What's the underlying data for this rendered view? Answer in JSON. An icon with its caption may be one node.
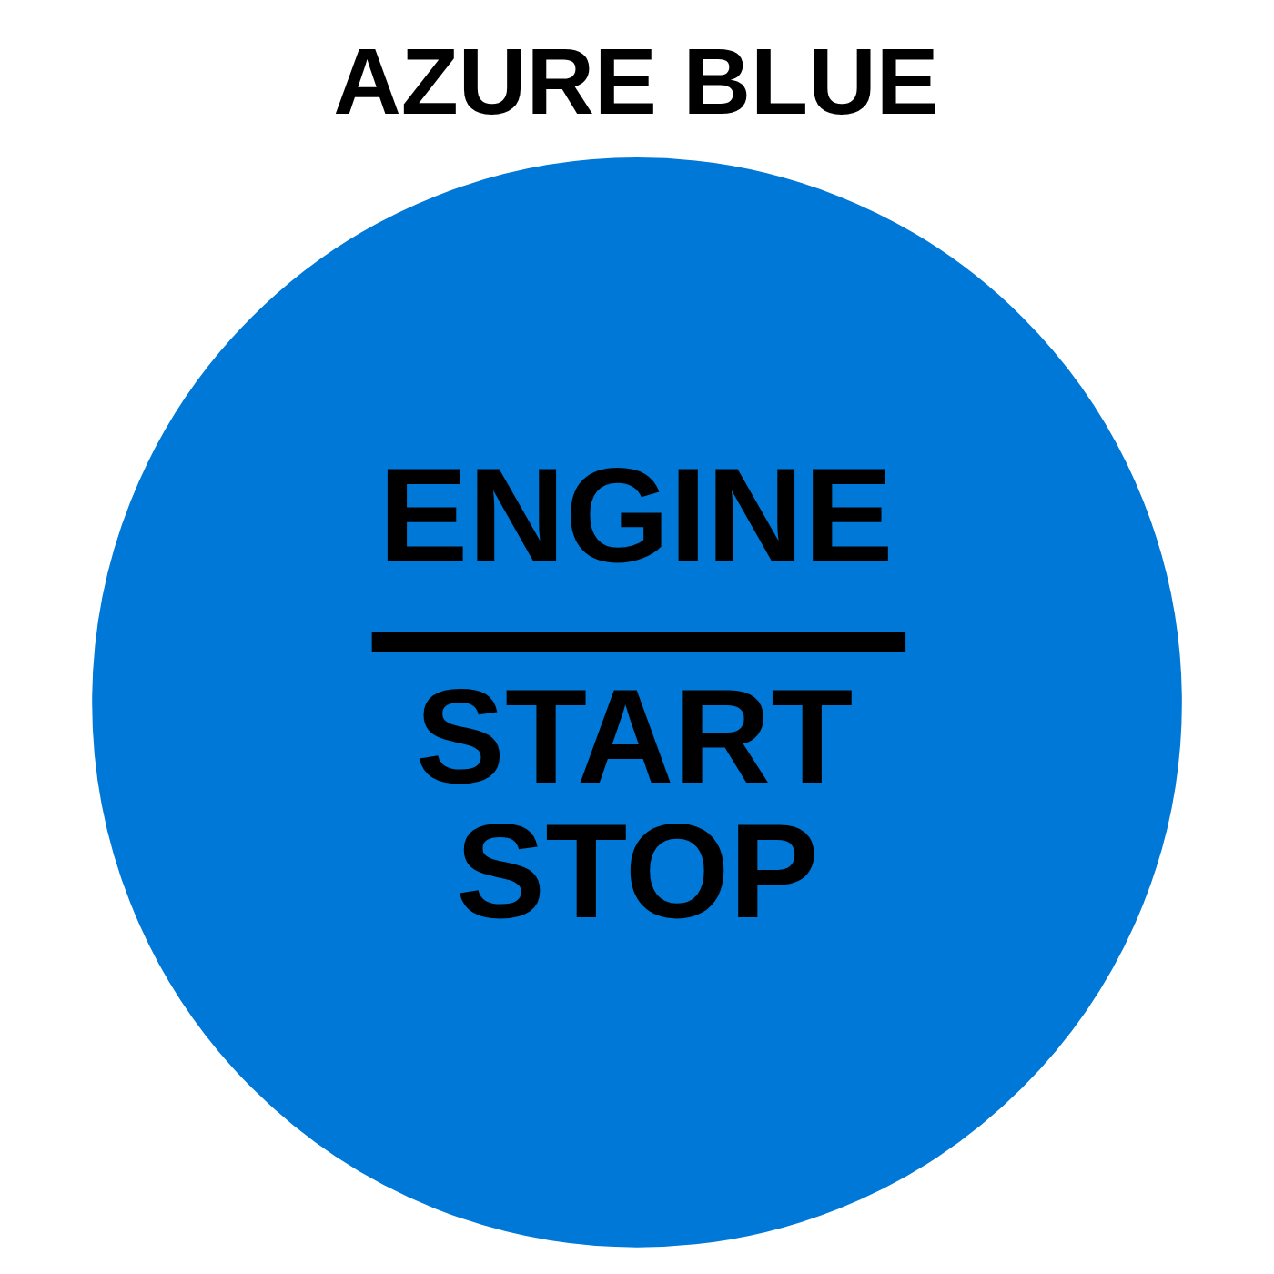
{
  "diagram": {
    "title": "AZURE BLUE",
    "nodes": [
      {
        "text": [
          "ENGINE",
          "START STOP"
        ]
      }
    ]
  }
}
